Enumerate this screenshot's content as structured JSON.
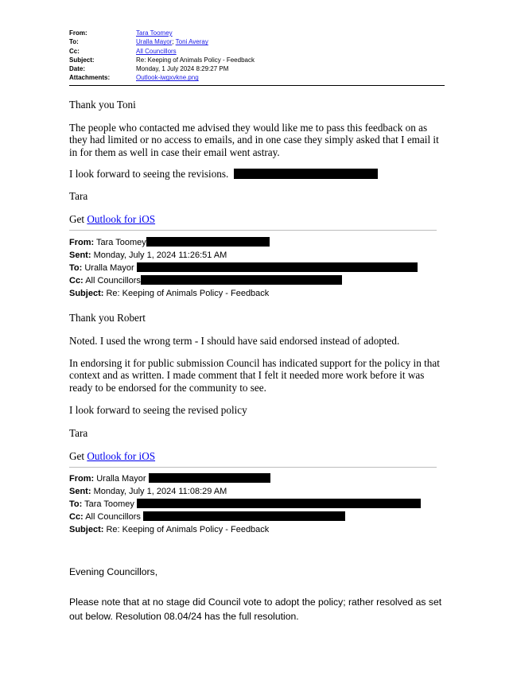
{
  "header": {
    "from_label": "From:",
    "from_value": "Tara Toomey",
    "to_label": "To:",
    "to_value_1": "Uralla Mayor",
    "to_sep": ";",
    "to_value_2": "Toni Averay",
    "cc_label": "Cc:",
    "cc_value": "All Councillors",
    "subject_label": "Subject:",
    "subject_value": "Re: Keeping of Animals Policy - Feedback",
    "date_label": "Date:",
    "date_value": "Monday, 1 July 2024 8:29:27 PM",
    "attachments_label": "Attachments:",
    "attachments_value": "Outlook-iwgxvkne.png"
  },
  "message1": {
    "greeting": "Thank you Toni",
    "para1": "The people who contacted me advised they would like me to pass this feedback on as they had limited or no access to emails, and in one case they simply asked that I email it in for them as well in case their email went astray.",
    "para2": "I look forward to seeing the revisions.",
    "signoff": "Tara",
    "get_text": "Get",
    "outlook_link": "Outlook for iOS"
  },
  "forward1": {
    "from_label": "From:",
    "from_value": "Tara Toomey",
    "sent_label": "Sent:",
    "sent_value": "Monday, July 1, 2024 11:26:51 AM",
    "to_label": "To:",
    "to_value": "Uralla Mayor",
    "cc_label": "Cc:",
    "cc_value": "All Councillors",
    "subject_label": "Subject:",
    "subject_value": "Re: Keeping of Animals Policy - Feedback"
  },
  "message2": {
    "greeting": "Thank you Robert",
    "para1": "Noted.  I used the wrong term - I should have said endorsed instead of adopted.",
    "para2": "In endorsing it for public submission Council has indicated support for the policy in that context and as written.  I made comment that I felt it needed more work before it was ready to be endorsed for the community to see.",
    "para3": "I look forward to seeing the revised policy",
    "signoff": "Tara",
    "get_text": "Get",
    "outlook_link": "Outlook for iOS"
  },
  "forward2": {
    "from_label": "From:",
    "from_value": "Uralla Mayor",
    "sent_label": "Sent:",
    "sent_value": "Monday, July 1, 2024 11:08:29 AM",
    "to_label": "To:",
    "to_value": "Tara Toomey",
    "cc_label": "Cc:",
    "cc_value": "All Councillors",
    "subject_label": "Subject:",
    "subject_value": "Re: Keeping of Animals Policy - Feedback"
  },
  "message3": {
    "greeting": "Evening Councillors,",
    "para1": "Please note that at no stage did Council vote to adopt the policy; rather resolved as set out below. Resolution 08.04/24 has the full resolution."
  }
}
